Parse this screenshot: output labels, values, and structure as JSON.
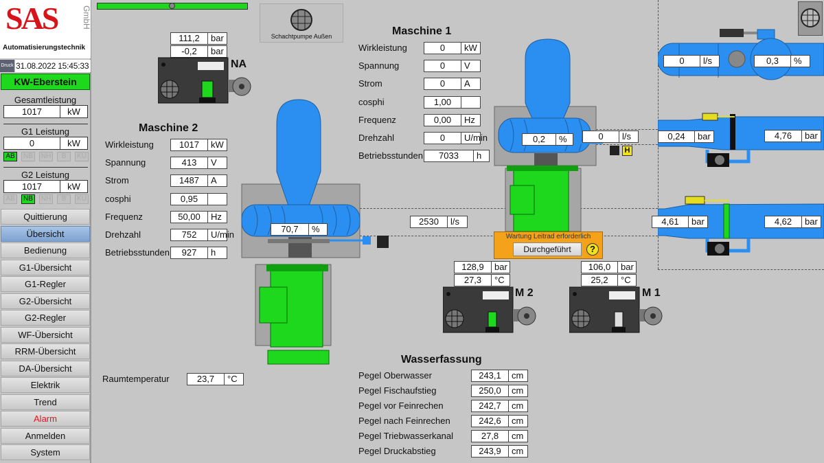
{
  "sidebar": {
    "logo_text": "SAS",
    "logo_gmbh": "GmbH",
    "logo_tagline": "Automatisierungstechnik",
    "print_label": "Druck",
    "datetime": "31.08.2022 15:45:33",
    "site": "KW-Eberstein",
    "total": {
      "label": "Gesamtleistung",
      "value": "1017",
      "unit": "kW"
    },
    "g1": {
      "label": "G1 Leistung",
      "value": "0",
      "unit": "kW",
      "flags": [
        "AB",
        "NB",
        "NH",
        "B",
        "KU"
      ],
      "active": "AB"
    },
    "g2": {
      "label": "G2 Leistung",
      "value": "1017",
      "unit": "kW",
      "flags": [
        "AB",
        "NB",
        "NH",
        "B",
        "KU"
      ],
      "active": "NB"
    },
    "nav": [
      "Quittierung",
      "Übersicht",
      "Bedienung",
      "G1-Übersicht",
      "G1-Regler",
      "G2-Übersicht",
      "G2-Regler",
      "WF-Übersicht",
      "RRM-Übersicht",
      "DA-Übersicht",
      "Elektrik",
      "Trend",
      "Alarm",
      "Anmelden",
      "System"
    ],
    "selected": "Übersicht"
  },
  "schachtpumpe": {
    "label": "Schachtpumpe Außen"
  },
  "na": {
    "label": "NA",
    "pressure1": "111,2",
    "pressure2": "-0,2",
    "unit": "bar"
  },
  "m2_pump": {
    "label": "M 2",
    "pressure": "128,9",
    "p_unit": "bar",
    "temp": "27,3",
    "t_unit": "°C"
  },
  "m1_pump": {
    "label": "M 1",
    "pressure": "106,0",
    "p_unit": "bar",
    "temp": "25,2",
    "t_unit": "°C"
  },
  "maschine2": {
    "title": "Maschine 2",
    "rows": [
      {
        "label": "Wirkleistung",
        "value": "1017",
        "unit": "kW"
      },
      {
        "label": "Spannung",
        "value": "413",
        "unit": "V"
      },
      {
        "label": "Strom",
        "value": "1487",
        "unit": "A"
      },
      {
        "label": "cosphi",
        "value": "0,95",
        "unit": ""
      },
      {
        "label": "Frequenz",
        "value": "50,00",
        "unit": "Hz"
      },
      {
        "label": "Drehzahl",
        "value": "752",
        "unit": "U/min"
      },
      {
        "label": "Betriebsstunden",
        "value": "927",
        "unit": "h"
      }
    ],
    "opening": {
      "value": "70,7",
      "unit": "%"
    }
  },
  "maschine1": {
    "title": "Maschine 1",
    "rows": [
      {
        "label": "Wirkleistung",
        "value": "0",
        "unit": "kW"
      },
      {
        "label": "Spannung",
        "value": "0",
        "unit": "V"
      },
      {
        "label": "Strom",
        "value": "0",
        "unit": "A"
      },
      {
        "label": "cosphi",
        "value": "1,00",
        "unit": ""
      },
      {
        "label": "Frequenz",
        "value": "0,00",
        "unit": "Hz"
      },
      {
        "label": "Drehzahl",
        "value": "0",
        "unit": "U/min"
      },
      {
        "label": "Betriebsstunden",
        "value": "7033",
        "unit": "h"
      }
    ],
    "opening": {
      "value": "0,2",
      "unit": "%"
    },
    "flow": {
      "value": "0",
      "unit": "l/s"
    },
    "hand_badge": "H",
    "maintenance": {
      "message": "Wartung Leitrad erforderlich",
      "button": "Durchgeführt",
      "help": "?"
    }
  },
  "total_flow": {
    "value": "2530",
    "unit": "l/s"
  },
  "raumtemperatur": {
    "label": "Raumtemperatur",
    "value": "23,7",
    "unit": "°C"
  },
  "wasserfassung": {
    "title": "Wasserfassung",
    "rows": [
      {
        "label": "Pegel Oberwasser",
        "value": "243,1",
        "unit": "cm"
      },
      {
        "label": "Pegel Fischaufstieg",
        "value": "250,0",
        "unit": "cm"
      },
      {
        "label": "Pegel vor Feinrechen",
        "value": "242,7",
        "unit": "cm"
      },
      {
        "label": "Pegel nach Feinrechen",
        "value": "242,6",
        "unit": "cm"
      },
      {
        "label": "Pegel Triebwasserkanal",
        "value": "27,8",
        "unit": "cm"
      },
      {
        "label": "Pegel Druckabstieg",
        "value": "243,9",
        "unit": "cm"
      }
    ]
  },
  "pipes": {
    "top": {
      "flow": "0",
      "flow_unit": "l/s",
      "valve": "0,3",
      "valve_unit": "%"
    },
    "g1": {
      "in": "0,24",
      "out": "4,76",
      "unit": "bar"
    },
    "g2": {
      "in": "4,61",
      "out": "4,62",
      "unit": "bar"
    }
  },
  "colors": {
    "pipe": "#2a8ff0",
    "active": "#1ed81e",
    "background": "#c6c6c6",
    "alarm": "#e8141b",
    "warning": "#f5a21b"
  },
  "slider_position": 0.5
}
